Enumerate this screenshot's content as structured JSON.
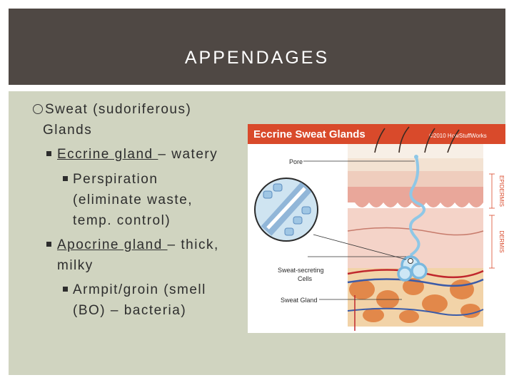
{
  "slide": {
    "title": "APPENDAGES",
    "bullets": {
      "l1_line1": "Sweat (sudoriferous)",
      "l1_line2": "Glands",
      "eccrine_term": "Eccrine gland ",
      "eccrine_desc": "– watery",
      "persp_line1": "Perspiration",
      "persp_line2": "(eliminate waste,",
      "persp_line3": "temp. control)",
      "apocrine_term": "Apocrine gland ",
      "apocrine_desc": "– thick,",
      "apocrine_line2": "milky",
      "armpit_line1": "Armpit/groin (smell",
      "armpit_line2": "(BO) – bacteria)"
    }
  },
  "figure": {
    "title": "Eccrine Sweat Glands",
    "credit": "©2010 HowStuffWorks",
    "labels": {
      "pore": "Pore",
      "cells_1": "Sweat-secreting",
      "cells_2": "Cells",
      "gland": "Sweat Gland",
      "epidermis": "EPIDERMIS",
      "dermis": "DERMIS"
    }
  },
  "colors": {
    "header_bg": "#4f4844",
    "content_bg": "#d0d4c0",
    "figure_banner": "#d94a2b"
  }
}
